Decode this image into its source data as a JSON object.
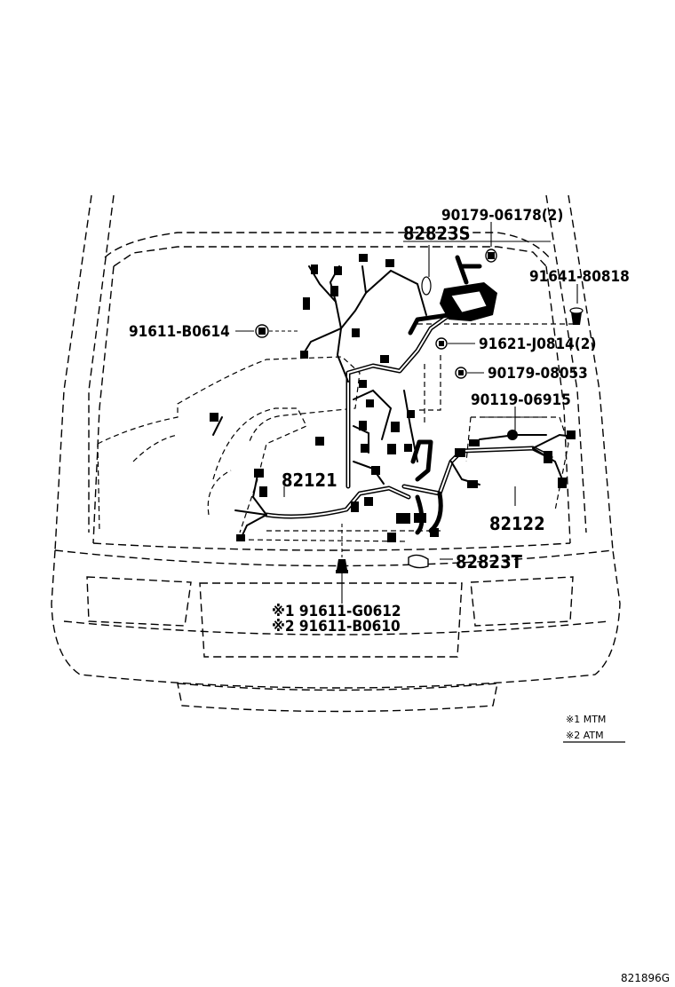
{
  "diagram": {
    "labels": {
      "p90179_06178": "90179-06178(2)",
      "p82823S": "82823S",
      "p91641_80818": "91641-80818",
      "p91611_B0614": "91611-B0614",
      "p91621_J0814": "91621-J0814(2)",
      "p90179_08053": "90179-08053",
      "p90119_06915": "90119-06915",
      "p82121": "82121",
      "p82122": "82122",
      "p82823T": "82823T",
      "p91611_G0612": "※1 91611-G0612",
      "p91611_B0610": "※2 91611-B0610"
    },
    "legend": {
      "note1": "※1  MTM",
      "note2": "※2  ATM"
    },
    "reference_code": "821896G"
  }
}
